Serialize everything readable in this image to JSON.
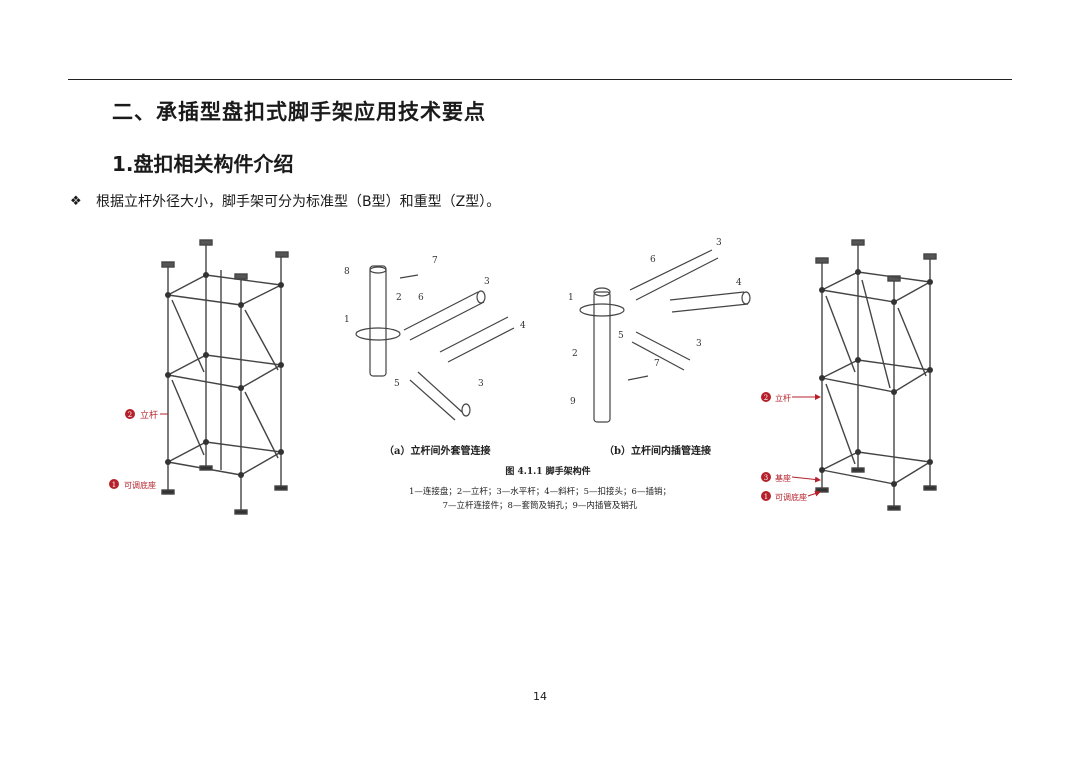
{
  "section_title": "二、承插型盘扣式脚手架应用技术要点",
  "subsection_title": "1.盘扣相关构件介绍",
  "bullet": {
    "icon": "diamond-dots-bullet-icon",
    "text": "根据立杆外径大小，脚手架可分为标准型（B型）和重型（Z型）。"
  },
  "left_figure": {
    "labels": [
      {
        "num": "2",
        "text": "立杆"
      },
      {
        "num": "1",
        "text": "可调底座"
      }
    ]
  },
  "center_figure": {
    "part_a_caption": "（a）立杆间外套管连接",
    "part_b_caption": "（b）立杆间内插管连接",
    "part_a_numbers": [
      "8",
      "7",
      "3",
      "2",
      "6",
      "1",
      "4",
      "5",
      "3"
    ],
    "part_b_numbers": [
      "3",
      "6",
      "4",
      "1",
      "5",
      "3",
      "2",
      "7",
      "9"
    ],
    "figure_title": "图 4.1.1  脚手架构件",
    "legend_line1": "1—连接盘；2—立杆；3—水平杆；4—斜杆；5—扣接头；6—插销；",
    "legend_line2": "7—立杆连接件；8—套筒及销孔；9—内插管及销孔"
  },
  "right_figure": {
    "labels": [
      {
        "num": "2",
        "text": "立杆"
      },
      {
        "num": "3",
        "text": "基座"
      },
      {
        "num": "1",
        "text": "可调底座"
      }
    ]
  },
  "colors": {
    "marker_red": "#b5202a",
    "line": "#333333",
    "text": "#1a1a1a"
  },
  "page_number": "14"
}
